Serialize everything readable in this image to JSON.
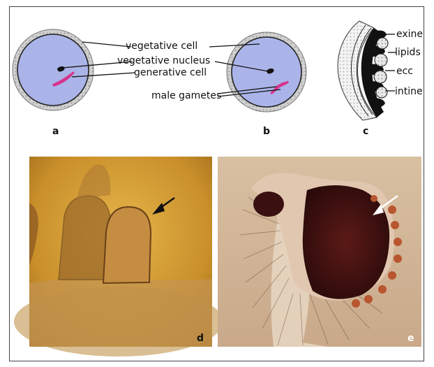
{
  "panels": {
    "a": {
      "letter": "a",
      "labels": {
        "vegetative_cell": "vegetative cell",
        "vegetative_nucleus": "vegetative nucleus",
        "generative_cell": "generative cell"
      }
    },
    "b": {
      "letter": "b",
      "labels": {
        "male_gametes": "male gametes"
      }
    },
    "c": {
      "letter": "c",
      "labels": {
        "exine": "exine",
        "lipids": "lipids",
        "ecc": "ecc",
        "intine": "intine"
      }
    },
    "d": {
      "letter": "d"
    },
    "e": {
      "letter": "e"
    }
  },
  "colors": {
    "cytoplasm": "#aab4e8",
    "exine_dots": "#cfcfcf",
    "generative": "#d6338c",
    "nucleus": "#111111",
    "photo_d_bg": "#d9a233",
    "photo_e_bg": "#d9c2a6",
    "stain": "#3a1010",
    "papilla": "#b8562f"
  }
}
